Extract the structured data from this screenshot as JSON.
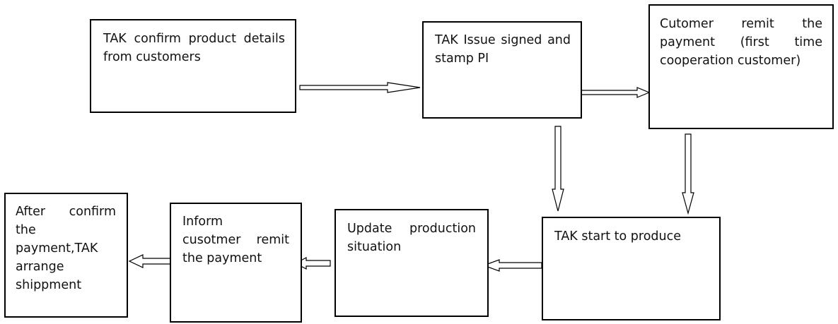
{
  "boxes": {
    "confirm": "TAK confirm product details from customers",
    "issue": "TAK Issue signed and stamp PI",
    "remit_first": [
      "Cutomer remit the",
      "payment (first time",
      "cooperation customer)"
    ],
    "produce": "TAK start to produce",
    "update": [
      "Update production",
      "situation"
    ],
    "inform": [
      "Inform",
      "cusotmer remit",
      "the payment"
    ],
    "ship": [
      "After confirm",
      "the",
      "payment,TAK",
      "arrange",
      "shippment"
    ]
  },
  "colors": {
    "stroke": "#000000",
    "fill": "#ffffff",
    "text": "#111111"
  }
}
